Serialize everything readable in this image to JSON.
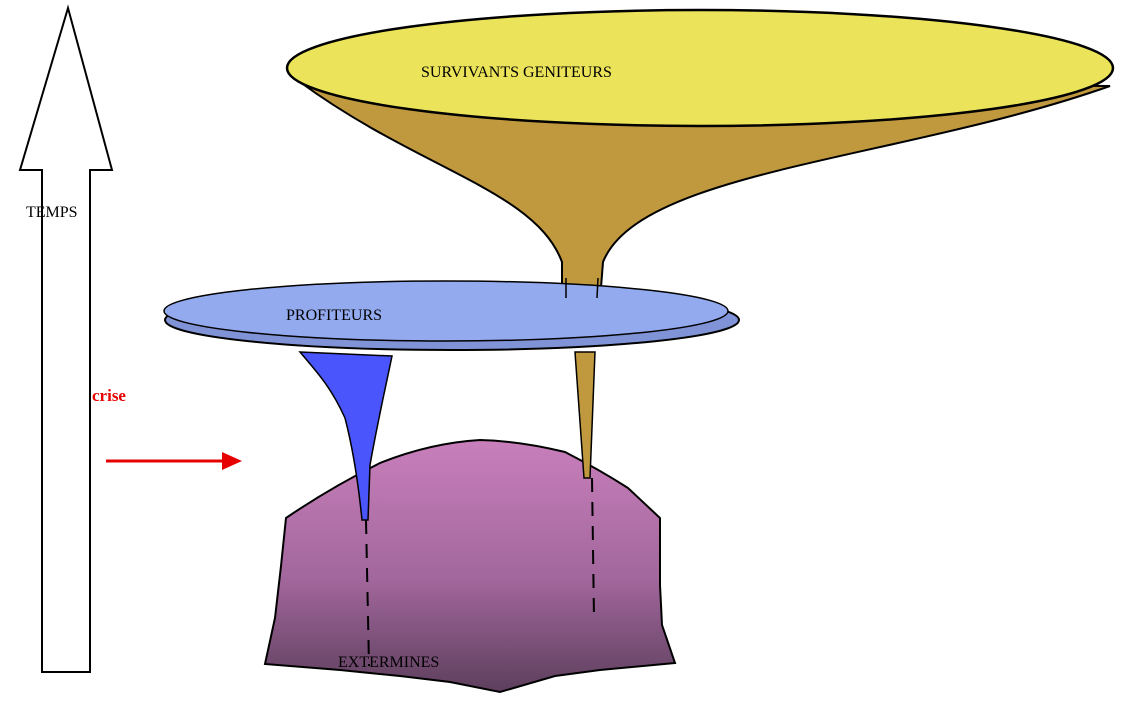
{
  "labels": {
    "time": "TEMPS",
    "crisis": "crise",
    "survivors": "SURVIVANTS GENITEURS",
    "profiteers": "PROFITEURS",
    "exterminated": "EXTERMINES"
  },
  "colors": {
    "survivors_disc": "#ebe35a",
    "funnel_tan": "#c0993f",
    "profiteers_disc": "#93aaef",
    "profiteers_rim": "#7f93d6",
    "blue_funnel": "#4a56fb",
    "mound_top": "#c87fbb",
    "mound_bottom": "#5d3f5d",
    "crisis": "#e60000",
    "outline": "#000000"
  }
}
